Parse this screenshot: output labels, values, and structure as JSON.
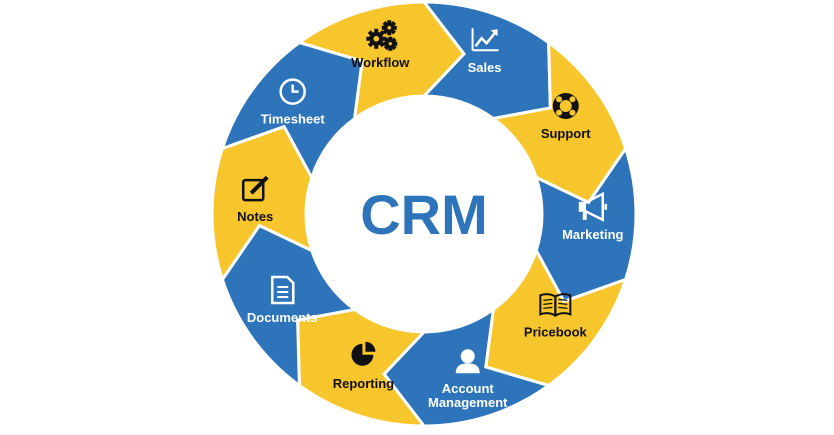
{
  "center": {
    "label": "CRM"
  },
  "colors": {
    "blue": "#2d74bb",
    "yellow": "#f7c62c",
    "white": "#ffffff",
    "dark": "#111111",
    "center_text": "#2d74bb"
  },
  "segments": [
    {
      "label": "Sales",
      "label2": "",
      "color": "blue",
      "icon": "trend-chart-icon"
    },
    {
      "label": "Support",
      "label2": "",
      "color": "yellow",
      "icon": "lifebuoy-icon"
    },
    {
      "label": "Marketing",
      "label2": "",
      "color": "blue",
      "icon": "megaphone-icon"
    },
    {
      "label": "Pricebook",
      "label2": "",
      "color": "yellow",
      "icon": "open-book-icon"
    },
    {
      "label": "Account",
      "label2": "Management",
      "color": "blue",
      "icon": "user-icon"
    },
    {
      "label": "Reporting",
      "label2": "",
      "color": "yellow",
      "icon": "pie-chart-icon"
    },
    {
      "label": "Documents",
      "label2": "",
      "color": "blue",
      "icon": "document-icon"
    },
    {
      "label": "Notes",
      "label2": "",
      "color": "yellow",
      "icon": "edit-note-icon"
    },
    {
      "label": "Timesheet",
      "label2": "",
      "color": "blue",
      "icon": "clock-icon"
    },
    {
      "label": "Workflow",
      "label2": "",
      "color": "yellow",
      "icon": "gears-icon"
    }
  ]
}
